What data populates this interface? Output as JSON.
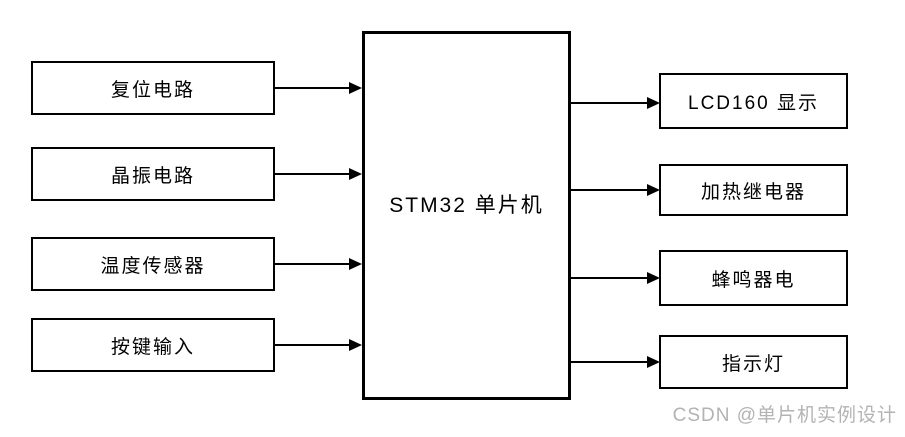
{
  "diagram": {
    "center_block": {
      "label": "STM32 单片机"
    },
    "input_blocks": [
      {
        "label": "复位电路"
      },
      {
        "label": "晶振电路"
      },
      {
        "label": "温度传感器"
      },
      {
        "label": "按键输入"
      }
    ],
    "output_blocks": [
      {
        "label": "LCD160 显示"
      },
      {
        "label": "加热继电器"
      },
      {
        "label": "蜂鸣器电"
      },
      {
        "label": "指示灯"
      }
    ]
  },
  "watermark": {
    "text": "CSDN @单片机实例设计"
  },
  "colors": {
    "line": "#000000",
    "background": "#ffffff",
    "watermark": "#b3b3b3",
    "text": "#000000"
  }
}
